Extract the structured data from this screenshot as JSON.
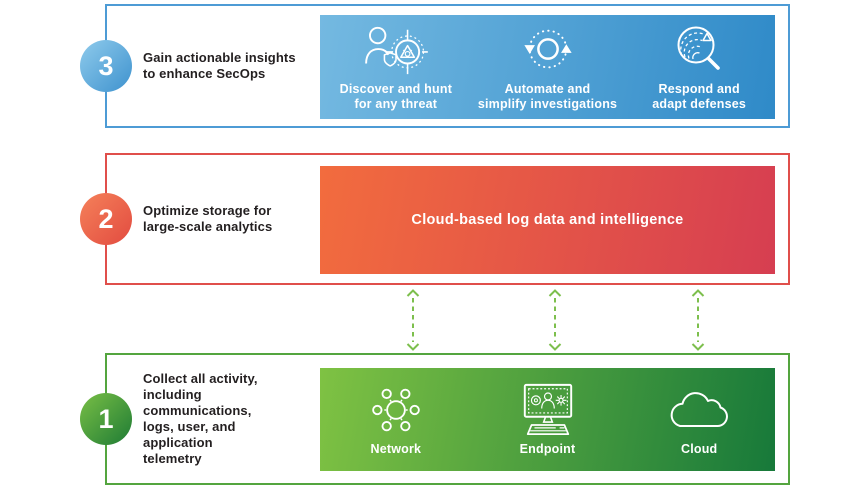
{
  "colors": {
    "blue_border": "#4D9BD5",
    "blue_panel_a": "#74B9E1",
    "blue_panel_b": "#2F8AC8",
    "blue_circle_a": "#8FCBEC",
    "blue_circle_b": "#3E92CE",
    "red_border": "#E04F4B",
    "red_panel_a": "#F26C3E",
    "red_panel_b": "#D63E51",
    "red_circle_a": "#F5815A",
    "red_circle_b": "#E24B40",
    "green_border": "#54A53F",
    "green_panel_a": "#7FC243",
    "green_panel_b": "#17793A",
    "green_circle_a": "#79BF45",
    "green_circle_b": "#1E7B35",
    "arrow": "#7DBF4D",
    "label_text": "#231F20",
    "panel_text": "#FFFFFF"
  },
  "sections": {
    "insights": {
      "number": "3",
      "label": "Gain actionable insights\nto enhance SecOps",
      "items": [
        {
          "icon": "hunt-icon",
          "caption": "Discover and hunt\nfor any threat"
        },
        {
          "icon": "automate-icon",
          "caption": "Automate and\nsimplify investigations"
        },
        {
          "icon": "respond-icon",
          "caption": "Respond and\nadapt defenses"
        }
      ]
    },
    "storage": {
      "number": "2",
      "label": "Optimize storage for\nlarge-scale analytics",
      "panel_text": "Cloud-based log data and intelligence"
    },
    "collect": {
      "number": "1",
      "label": "Collect all activity,\nincluding communications,\nlogs, user, and application\ntelemetry",
      "items": [
        {
          "icon": "network-icon",
          "caption": "Network"
        },
        {
          "icon": "endpoint-icon",
          "caption": "Endpoint"
        },
        {
          "icon": "cloud-icon",
          "caption": "Cloud"
        }
      ]
    }
  }
}
